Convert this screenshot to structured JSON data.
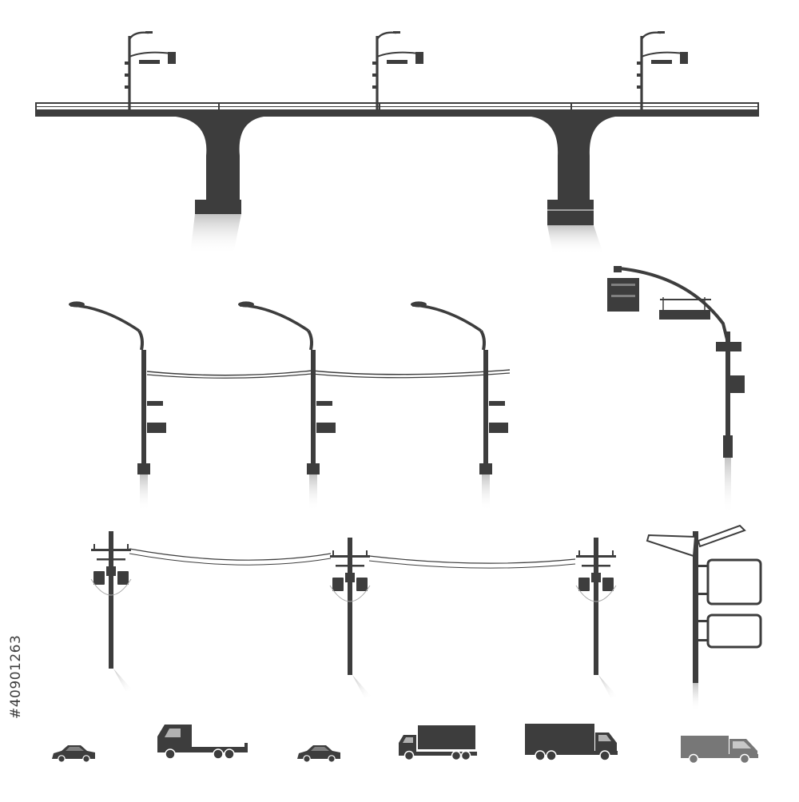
{
  "stock_id": "#40901263",
  "colors": {
    "silhouette": "#3d3d3d",
    "shadow": "#d2d2d2",
    "sign_face": "#ffffff",
    "vehicle_light": "#777777"
  },
  "items": {
    "bridge": "bridge",
    "street_lamps": [
      "street-lamp",
      "street-lamp",
      "street-lamp"
    ],
    "traffic_light_pole": "traffic-light-pole",
    "utility_poles": [
      "utility-pole",
      "utility-pole",
      "utility-pole"
    ],
    "signpost": "signpost",
    "vehicles": [
      "sedan",
      "flatbed-truck",
      "sedan",
      "box-truck",
      "box-truck",
      "box-truck"
    ]
  }
}
